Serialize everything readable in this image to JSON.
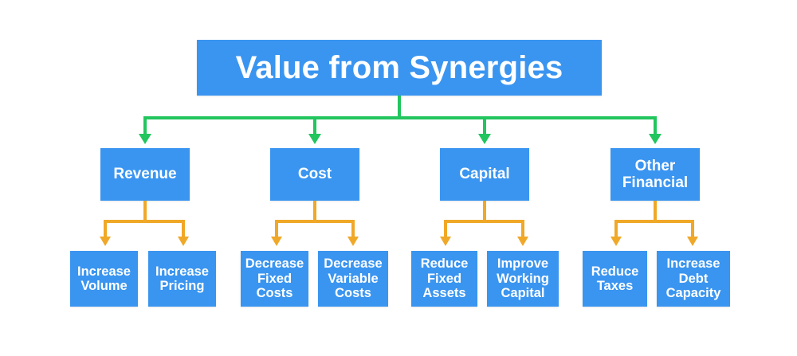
{
  "diagram": {
    "title": "Value from Synergies",
    "colors": {
      "box": "#3a95f0",
      "box_text": "#ffffff",
      "level1_connector": "#22c55e",
      "level2_connector": "#f0a828",
      "background": "#ffffff"
    },
    "root": {
      "label": "Value from Synergies"
    },
    "branches": [
      {
        "label": "Revenue",
        "leaves": [
          {
            "label": "Increase\nVolume"
          },
          {
            "label": "Increase\nPricing"
          }
        ]
      },
      {
        "label": "Cost",
        "leaves": [
          {
            "label": "Decrease\nFixed\nCosts"
          },
          {
            "label": "Decrease\nVariable\nCosts"
          }
        ]
      },
      {
        "label": "Capital",
        "leaves": [
          {
            "label": "Reduce\nFixed\nAssets"
          },
          {
            "label": "Improve\nWorking\nCapital"
          }
        ]
      },
      {
        "label": "Other\nFinancial",
        "leaves": [
          {
            "label": "Reduce\nTaxes"
          },
          {
            "label": "Increase\nDebt\nCapacity"
          }
        ]
      }
    ]
  }
}
